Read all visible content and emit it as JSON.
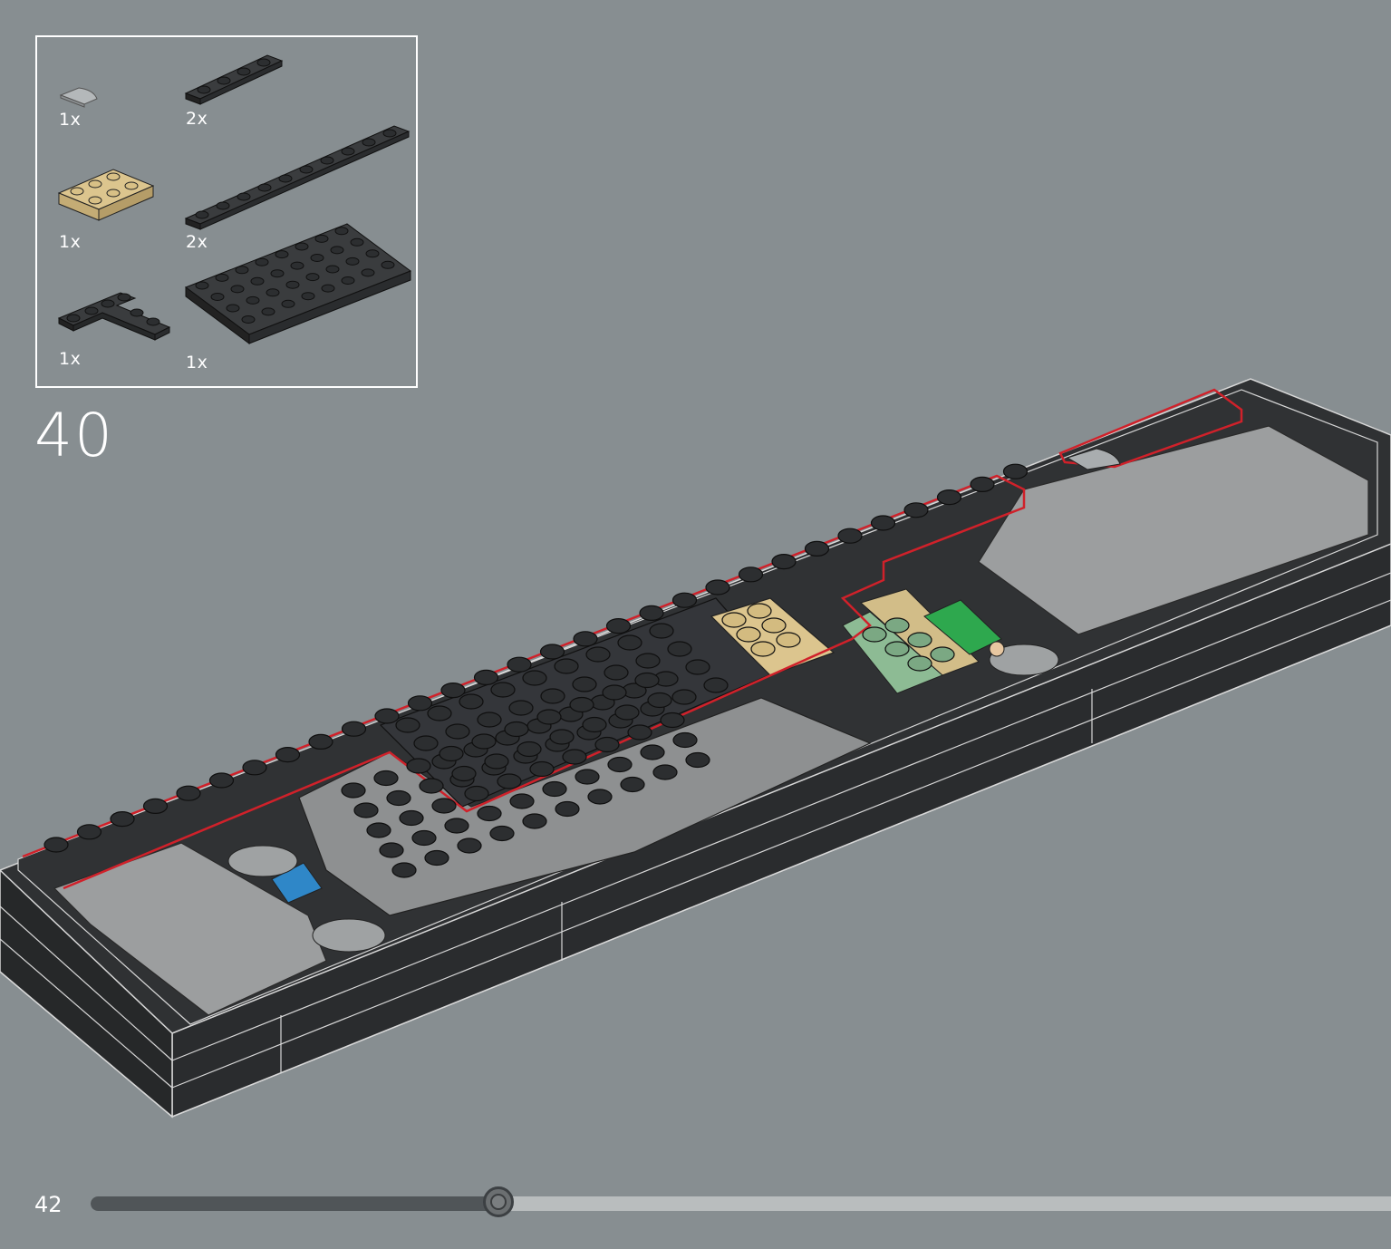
{
  "step": {
    "number": "40"
  },
  "page": {
    "number": "42"
  },
  "progress": {
    "fraction": 0.3135
  },
  "parts": [
    {
      "id": "tile-round-quarter",
      "qty": "1x",
      "color": "#a7abad"
    },
    {
      "id": "plate-1x4",
      "qty": "2x",
      "color": "#2f3133"
    },
    {
      "id": "plate-2x3",
      "qty": "1x",
      "color": "#dcc58e"
    },
    {
      "id": "plate-1x10",
      "qty": "2x",
      "color": "#2f3133"
    },
    {
      "id": "plate-corner",
      "qty": "1x",
      "color": "#2f3133"
    },
    {
      "id": "plate-4x8",
      "qty": "1x",
      "color": "#2f3133"
    }
  ],
  "colors": {
    "background": "#878e91",
    "dark_brick": "#2f3133",
    "light_grey_brick": "#9a9c9d",
    "highlight": "#d0212a",
    "tan": "#dcc58e",
    "green": "#2ea84e",
    "sand_green": "#8dbb94",
    "blue": "#2f87c8"
  }
}
